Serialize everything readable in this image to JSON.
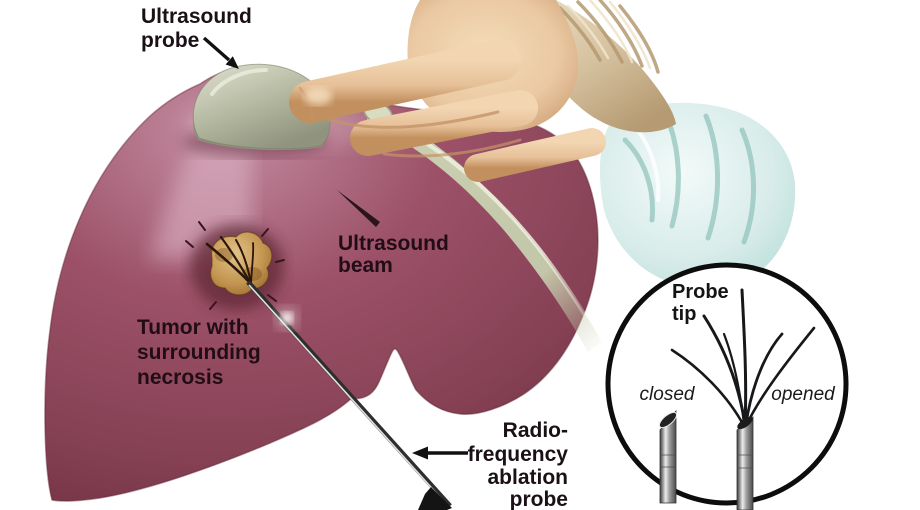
{
  "labels": {
    "ultrasound_probe": {
      "line1": "Ultrasound",
      "line2": "probe"
    },
    "ultrasound_beam": {
      "line1": "Ultrasound",
      "line2": "beam"
    },
    "tumor": {
      "line1": "Tumor with",
      "line2": "surrounding",
      "line3": "necrosis"
    },
    "rf_probe": {
      "line1": "Radio-",
      "line2": "frequency",
      "line3": "ablation",
      "line4": "probe"
    },
    "probe_tip_inset": {
      "title1": "Probe",
      "title2": "tip",
      "left": "closed",
      "right": "opened"
    }
  },
  "icons": {
    "probe_arrow": "arrow-down-right",
    "rf_arrow": "arrow-left",
    "beam_pointer": "leader-line"
  },
  "colors": {
    "background": "#ffffff",
    "ink": "#1a1016",
    "liver_light": "#c48da2",
    "liver_mid": "#9c5168",
    "liver_dark": "#6e2d3f",
    "beam": "#dcb2c4",
    "necrosis": "#5f2634",
    "tumor_light": "#e3c287",
    "tumor_dark": "#8a5a26",
    "probe_head": "#b9bca4",
    "probe_head_dark": "#8d9079",
    "cable": "#cdd1b4",
    "skin": "#eac8a2",
    "skin_shadow": "#c49468",
    "glove": "#d6c2a0",
    "sleeve": "#d8ecea",
    "sleeve_shadow": "#8fc2ba",
    "metal_light": "#ececec",
    "metal_dark": "#3a3a3c",
    "inset_stroke": "#0d0d0d"
  }
}
